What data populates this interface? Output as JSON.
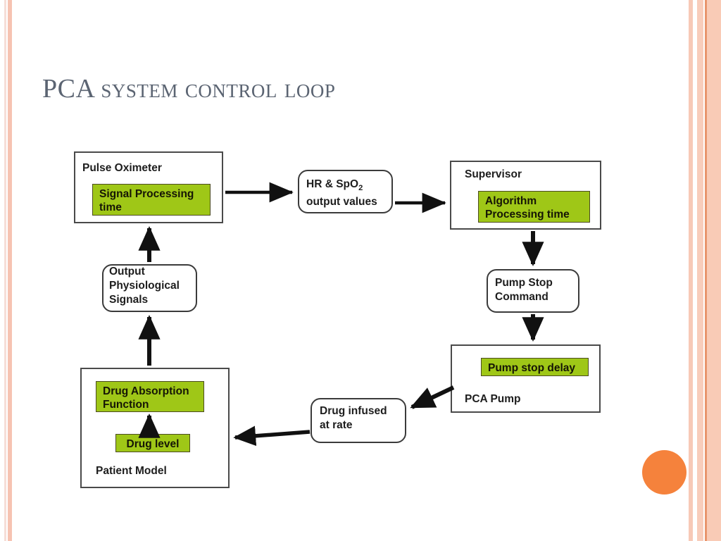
{
  "slide": {
    "title": "PCA system control loop",
    "title_color": "#5b6472",
    "background": "#ffffff",
    "accent_orange": "#f5823c",
    "accent_green": "#9fc717",
    "stripe_color": "#f8cdbb"
  },
  "diagram": {
    "type": "flowchart",
    "nodes": [
      {
        "id": "pulse-oximeter",
        "label": "Pulse Oximeter",
        "shape": "rectangle",
        "highlight": "Signal Processing\ntime"
      },
      {
        "id": "hr-spo2",
        "label_line1": "HR & SpO",
        "label_sub": "2",
        "label_line2": "output values",
        "shape": "rounded-rectangle"
      },
      {
        "id": "supervisor",
        "label": "Supervisor",
        "shape": "rectangle",
        "highlight": "Algorithm\nProcessing time"
      },
      {
        "id": "pump-stop-command",
        "label": "Pump Stop\nCommand",
        "shape": "rounded-rectangle"
      },
      {
        "id": "pca-pump",
        "label": "PCA Pump",
        "shape": "rectangle",
        "highlight": "Pump stop delay"
      },
      {
        "id": "drug-infused",
        "label": "Drug infused\nat rate",
        "shape": "rounded-rectangle"
      },
      {
        "id": "patient-model",
        "label": "Patient Model",
        "shape": "rectangle",
        "highlight": "Drug Absorption\nFunction",
        "highlight2": "Drug level"
      },
      {
        "id": "output-physiological-signals",
        "label": "Output\nPhysiological\nSignals",
        "shape": "rounded-rectangle"
      }
    ],
    "edges": [
      {
        "from": "pulse-oximeter",
        "to": "hr-spo2",
        "direction": "right"
      },
      {
        "from": "hr-spo2",
        "to": "supervisor",
        "direction": "right"
      },
      {
        "from": "supervisor",
        "to": "pump-stop-command",
        "direction": "down"
      },
      {
        "from": "pump-stop-command",
        "to": "pca-pump",
        "direction": "down"
      },
      {
        "from": "pca-pump",
        "to": "drug-infused",
        "direction": "down-left"
      },
      {
        "from": "drug-infused",
        "to": "patient-model",
        "direction": "left"
      },
      {
        "from": "drug-level",
        "to": "drug-absorption-function",
        "direction": "up"
      },
      {
        "from": "patient-model",
        "to": "output-physiological-signals",
        "direction": "up"
      },
      {
        "from": "output-physiological-signals",
        "to": "pulse-oximeter",
        "direction": "up"
      }
    ]
  }
}
